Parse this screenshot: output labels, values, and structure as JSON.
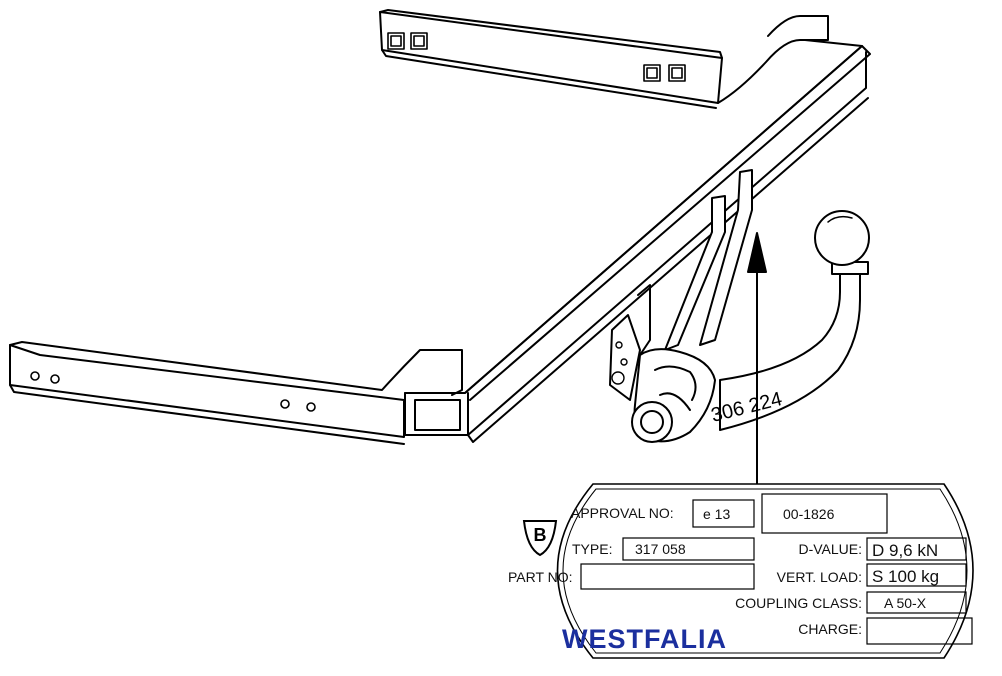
{
  "hitch": {
    "stamp": "306 224"
  },
  "plate": {
    "emblem": "B",
    "approval_label": "APPROVAL NO:",
    "approval_prefix": "e 13",
    "approval_number": "00-1826",
    "type_label": "TYPE:",
    "type_value": "317 058",
    "part_label": "PART NO:",
    "part_value": "",
    "dvalue_label": "D-VALUE:",
    "dvalue_value": "D  9,6  kN",
    "vertload_label": "VERT. LOAD:",
    "vertload_value": "S 100   kg",
    "coupling_label": "COUPLING CLASS:",
    "coupling_value": "A 50-X",
    "charge_label": "CHARGE:",
    "charge_value": "",
    "brand": "WESTFALIA",
    "brand_color": "#1b2f9e"
  }
}
